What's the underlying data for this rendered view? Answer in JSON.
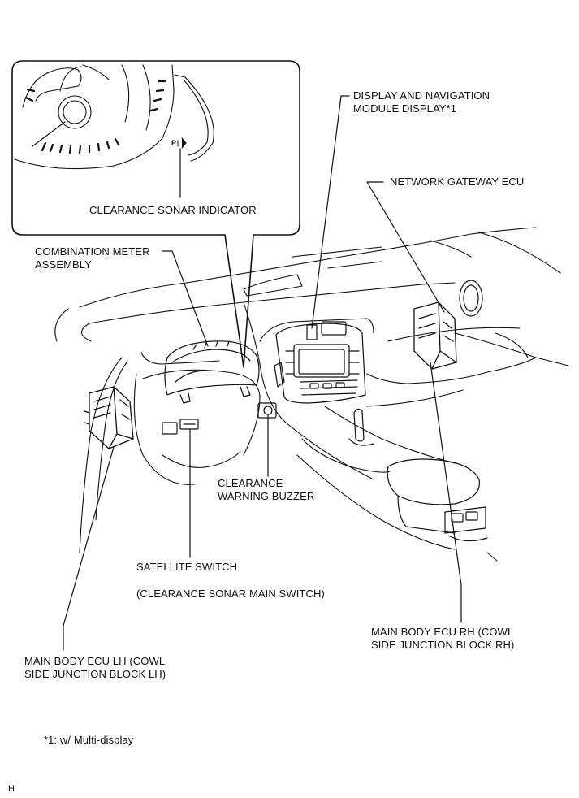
{
  "labels": {
    "display_nav_line1": "DISPLAY AND NAVIGATION",
    "display_nav_line2": "MODULE DISPLAY*1",
    "network_gateway": "NETWORK GATEWAY ECU",
    "clearance_sonar_indicator": "CLEARANCE SONAR INDICATOR",
    "combination_meter_line1": "COMBINATION METER",
    "combination_meter_line2": "ASSEMBLY",
    "clearance_buzzer_line1": "CLEARANCE",
    "clearance_buzzer_line2": "WARNING BUZZER",
    "satellite_switch": "SATELLITE SWITCH",
    "satellite_switch_sub": "(CLEARANCE SONAR MAIN SWITCH)",
    "ecu_rh_line1": "MAIN BODY ECU RH (COWL",
    "ecu_rh_line2": "SIDE JUNCTION BLOCK RH)",
    "ecu_lh_line1": "MAIN BODY ECU LH (COWL",
    "ecu_lh_line2": "SIDE JUNCTION BLOCK LH)",
    "footnote": "*1: w/ Multi-display",
    "figure_code": "H",
    "indicator_glyph": "P"
  },
  "icons": [
    "clearance-sonar-indicator-icon"
  ]
}
